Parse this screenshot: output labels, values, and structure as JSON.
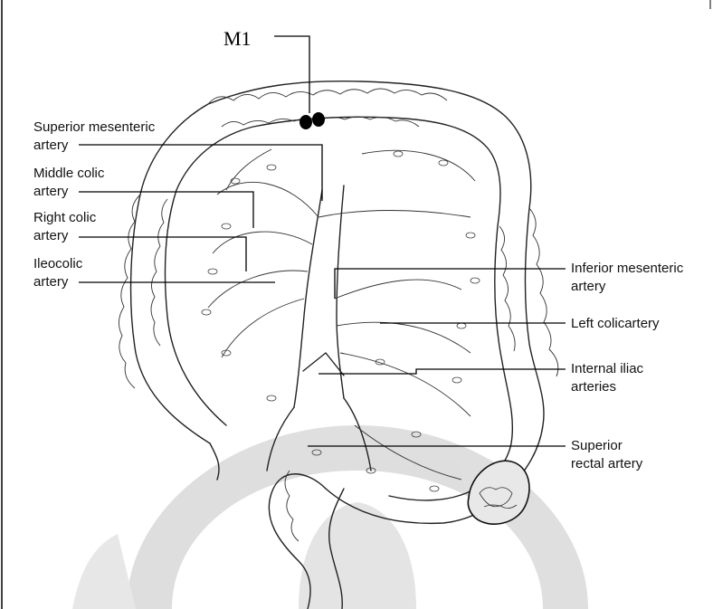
{
  "diagram": {
    "marker_label": "M1",
    "labels": {
      "superior_mesenteric": [
        "Superior mesenteric",
        "artery"
      ],
      "middle_colic": [
        "Middle colic",
        "artery"
      ],
      "right_colic": [
        "Right colic",
        "artery"
      ],
      "ileocolic": [
        "Ileocolic",
        "artery"
      ],
      "inferior_mesenteric": [
        "Inferior mesenteric",
        "artery"
      ],
      "left_colic": [
        "Left colicartery"
      ],
      "internal_iliac": [
        "Internal iliac",
        "arteries"
      ],
      "superior_rectal": [
        "Superior",
        "rectal artery"
      ]
    }
  }
}
